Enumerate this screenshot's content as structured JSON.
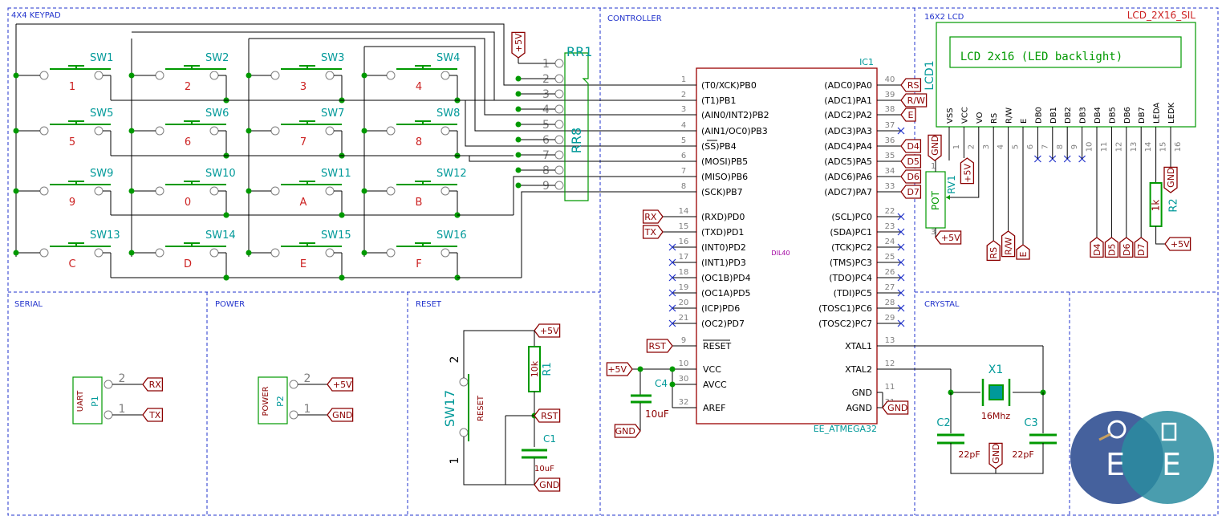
{
  "colors": {
    "wire": "#000000",
    "label": "#8b0000",
    "comp": "#009900",
    "ref": "#009999",
    "blue": "#2233cc",
    "pin": "#7f7f7f",
    "ic_border": "#9b0000",
    "purple": "#a000a0"
  },
  "sections": {
    "keypad": "4X4 KEYPAD",
    "controller": "CONTROLLER",
    "lcd": "16X2 LCD",
    "lcd_title": "LCD_2X16_SIL",
    "serial": "SERIAL",
    "power": "POWER",
    "reset": "RESET",
    "crystal": "CRYSTAL"
  },
  "keypad": {
    "switches": [
      {
        "ref": "SW1",
        "key": "1"
      },
      {
        "ref": "SW2",
        "key": "2"
      },
      {
        "ref": "SW3",
        "key": "3"
      },
      {
        "ref": "SW4",
        "key": "4"
      },
      {
        "ref": "SW5",
        "key": "5"
      },
      {
        "ref": "SW6",
        "key": "6"
      },
      {
        "ref": "SW7",
        "key": "7"
      },
      {
        "ref": "SW8",
        "key": "8"
      },
      {
        "ref": "SW9",
        "key": "9"
      },
      {
        "ref": "SW10",
        "key": "0"
      },
      {
        "ref": "SW11",
        "key": "A"
      },
      {
        "ref": "SW12",
        "key": "B"
      },
      {
        "ref": "SW13",
        "key": "C"
      },
      {
        "ref": "SW14",
        "key": "D"
      },
      {
        "ref": "SW15",
        "key": "E"
      },
      {
        "ref": "SW16",
        "key": "F"
      }
    ],
    "rr_ref": "RR1",
    "rr_value": "RR8",
    "rr_pins": [
      "1",
      "2",
      "3",
      "4",
      "5",
      "6",
      "7",
      "8",
      "9"
    ],
    "vcc": "+5V"
  },
  "ic": {
    "ref": "IC1",
    "part": "EE_ATMEGA32",
    "package": "DIL40",
    "left": [
      {
        "num": "1",
        "name": "(T0/XCK)PB0"
      },
      {
        "num": "2",
        "name": "(T1)PB1"
      },
      {
        "num": "3",
        "name": "(AIN0/INT2)PB2"
      },
      {
        "num": "4",
        "name": "(AIN1/OC0)PB3"
      },
      {
        "num": "5",
        "name": "PB4",
        "over": "(SS)"
      },
      {
        "num": "6",
        "name": "(MOSI)PB5"
      },
      {
        "num": "7",
        "name": "(MISO)PB6"
      },
      {
        "num": "8",
        "name": "(SCK)PB7"
      },
      {
        "num": "14",
        "name": "(RXD)PD0",
        "net": "RX"
      },
      {
        "num": "15",
        "name": "(TXD)PD1",
        "net": "TX"
      },
      {
        "num": "16",
        "name": "(INT0)PD2",
        "nc": true
      },
      {
        "num": "17",
        "name": "(INT1)PD3",
        "nc": true
      },
      {
        "num": "18",
        "name": "(OC1B)PD4",
        "nc": true
      },
      {
        "num": "19",
        "name": "(OC1A)PD5",
        "nc": true
      },
      {
        "num": "20",
        "name": "(ICP)PD6",
        "nc": true
      },
      {
        "num": "21",
        "name": "(OC2)PD7",
        "nc": true
      }
    ],
    "right": [
      {
        "num": "40",
        "name": "(ADC0)PA0",
        "net": "RS"
      },
      {
        "num": "39",
        "name": "(ADC1)PA1",
        "net": "R/W"
      },
      {
        "num": "38",
        "name": "(ADC2)PA2",
        "net": "E"
      },
      {
        "num": "37",
        "name": "(ADC3)PA3",
        "nc": true
      },
      {
        "num": "36",
        "name": "(ADC4)PA4",
        "net": "D4"
      },
      {
        "num": "35",
        "name": "(ADC5)PA5",
        "net": "D5"
      },
      {
        "num": "34",
        "name": "(ADC6)PA6",
        "net": "D6"
      },
      {
        "num": "33",
        "name": "(ADC7)PA7",
        "net": "D7"
      },
      {
        "num": "22",
        "name": "(SCL)PC0",
        "nc": true
      },
      {
        "num": "23",
        "name": "(SDA)PC1",
        "nc": true
      },
      {
        "num": "24",
        "name": "(TCK)PC2",
        "nc": true
      },
      {
        "num": "25",
        "name": "(TMS)PC3",
        "nc": true
      },
      {
        "num": "26",
        "name": "(TDO)PC4",
        "nc": true
      },
      {
        "num": "27",
        "name": "(TDI)PC5",
        "nc": true
      },
      {
        "num": "28",
        "name": "(TOSC1)PC6",
        "nc": true
      },
      {
        "num": "29",
        "name": "(TOSC2)PC7",
        "nc": true
      }
    ],
    "reset": {
      "num": "9",
      "name": "RESET",
      "net": "RST"
    },
    "vcc": {
      "num": "10",
      "name": "VCC",
      "net": "+5V"
    },
    "avcc": {
      "num": "30",
      "name": "AVCC"
    },
    "aref": {
      "num": "32",
      "name": "AREF"
    },
    "xtal1": {
      "num": "13",
      "name": "XTAL1"
    },
    "xtal2": {
      "num": "12",
      "name": "XTAL2"
    },
    "gnd": {
      "num": "11",
      "name": "GND"
    },
    "agnd": {
      "num": "31",
      "name": "AGND",
      "net": "GND"
    },
    "c4": {
      "ref": "C4",
      "value": "10uF",
      "gnd": "GND"
    }
  },
  "lcd": {
    "ref": "LCD1",
    "display": "LCD 2x16 (LED backlight)",
    "pins": [
      {
        "num": "1",
        "name": "VSS"
      },
      {
        "num": "2",
        "name": "VCC"
      },
      {
        "num": "3",
        "name": "VO"
      },
      {
        "num": "4",
        "name": "RS"
      },
      {
        "num": "5",
        "name": "R/W"
      },
      {
        "num": "6",
        "name": "E"
      },
      {
        "num": "7",
        "name": "DB0"
      },
      {
        "num": "8",
        "name": "DB1"
      },
      {
        "num": "9",
        "name": "DB2"
      },
      {
        "num": "10",
        "name": "DB3"
      },
      {
        "num": "11",
        "name": "DB4"
      },
      {
        "num": "12",
        "name": "DB5"
      },
      {
        "num": "13",
        "name": "DB6"
      },
      {
        "num": "14",
        "name": "DB7"
      },
      {
        "num": "15",
        "name": "LEDA"
      },
      {
        "num": "16",
        "name": "LEDK"
      }
    ],
    "nets": {
      "gnd": "GND",
      "vcc": "+5V",
      "rs": "RS",
      "rw": "R/W",
      "e": "E",
      "d4": "D4",
      "d5": "D5",
      "d6": "D6",
      "d7": "D7",
      "leda": "+5V",
      "ledk": "GND"
    },
    "pot": {
      "ref": "RV1",
      "value": "POT",
      "p1": "1",
      "p3": "3",
      "vcc": "+5V"
    },
    "r2": {
      "ref": "R2",
      "value": "1k"
    }
  },
  "serial": {
    "ref": "P1",
    "value": "UART",
    "pins": [
      "2",
      "1"
    ],
    "nets": [
      "RX",
      "TX"
    ]
  },
  "power": {
    "ref": "P2",
    "value": "POWER",
    "pins": [
      "2",
      "1"
    ],
    "nets": [
      "+5V",
      "GND"
    ]
  },
  "reset": {
    "sw_ref": "SW17",
    "sw_value": "RESET",
    "pins": [
      "2",
      "1"
    ],
    "r_ref": "R1",
    "r_value": "10k",
    "vcc": "+5V",
    "rst": "RST",
    "c_ref": "C1",
    "c_value": "10uF",
    "gnd": "GND"
  },
  "crystal": {
    "ref": "X1",
    "value": "16Mhz",
    "c2_ref": "C2",
    "c2_value": "22pF",
    "c3_ref": "C3",
    "c3_value": "22pF",
    "gnd": "GND"
  },
  "logo": {
    "letters": [
      "E",
      "E"
    ]
  }
}
